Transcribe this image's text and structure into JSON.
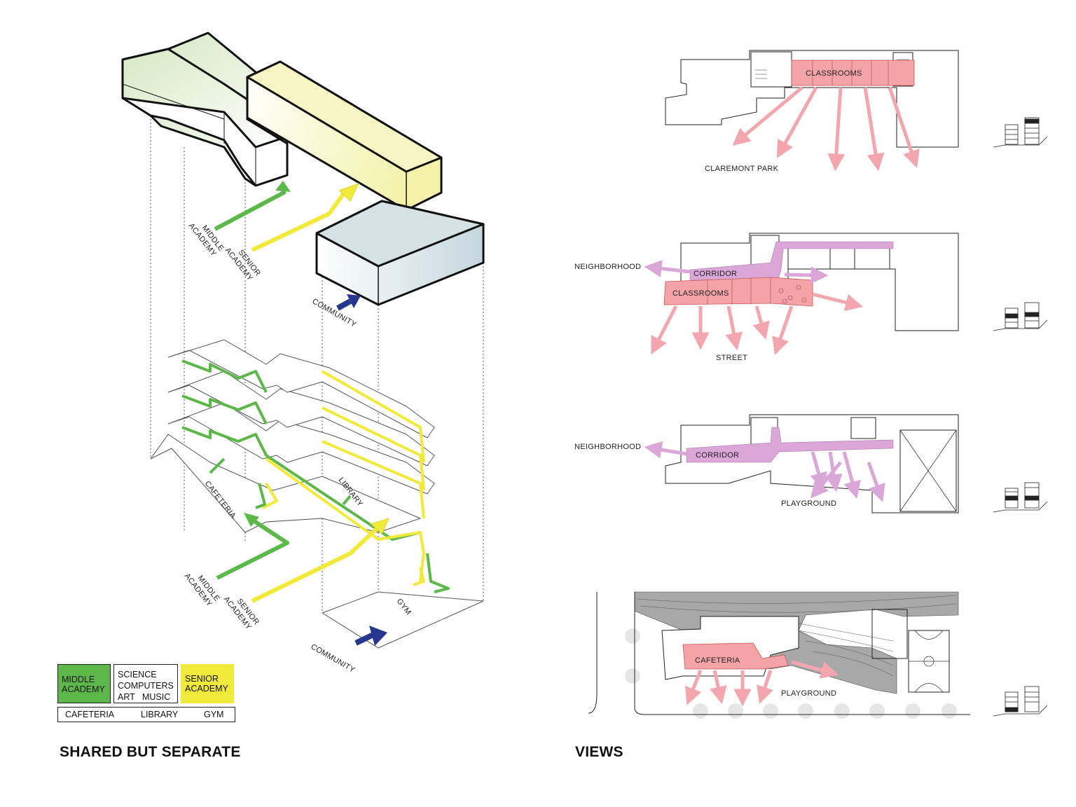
{
  "left_panel": {
    "title": "SHARED BUT SEPARATE",
    "top_labels": {
      "middle_academy": [
        "MIDDLE",
        "ACADEMY"
      ],
      "senior_academy": [
        "SENIOR",
        "ACADEMY"
      ],
      "community": "COMMUNITY"
    },
    "bottom_labels": {
      "middle_academy": [
        "MIDDLE",
        "ACADEMY"
      ],
      "senior_academy": [
        "SENIOR",
        "ACADEMY"
      ],
      "community": "COMMUNITY",
      "cafeteria": "CAFETERIA",
      "library": "LIBRARY",
      "gym": "GYM"
    },
    "legend": {
      "middle": [
        "MIDDLE",
        "ACADEMY"
      ],
      "shared": [
        "SCIENCE",
        "COMPUTERS",
        "ART   MUSIC"
      ],
      "senior": [
        "SENIOR",
        "ACADEMY"
      ],
      "bottom_row": [
        "CAFETERIA",
        "LIBRARY",
        "GYM"
      ]
    }
  },
  "right_panel": {
    "title": "VIEWS",
    "plans": [
      {
        "labels": {
          "classrooms": "CLASSROOMS",
          "view": "CLAREMONT PARK"
        }
      },
      {
        "labels": {
          "neighborhood": "NEIGHBORHOOD",
          "corridor": "CORRIDOR",
          "classrooms": "CLASSROOMS",
          "view": "STREET"
        }
      },
      {
        "labels": {
          "neighborhood": "NEIGHBORHOOD",
          "corridor": "CORRIDOR",
          "view": "PLAYGROUND"
        }
      },
      {
        "labels": {
          "cafeteria": "CAFETERIA",
          "view": "PLAYGROUND"
        }
      }
    ]
  },
  "colors": {
    "middle_green": "#5db84a",
    "senior_yellow": "#f2ea3a",
    "community_blue": "#27368f",
    "view_pink": "#f4a6ae",
    "corridor_purple": "#dba6d8",
    "classroom_pink": "#f4a3a6"
  }
}
